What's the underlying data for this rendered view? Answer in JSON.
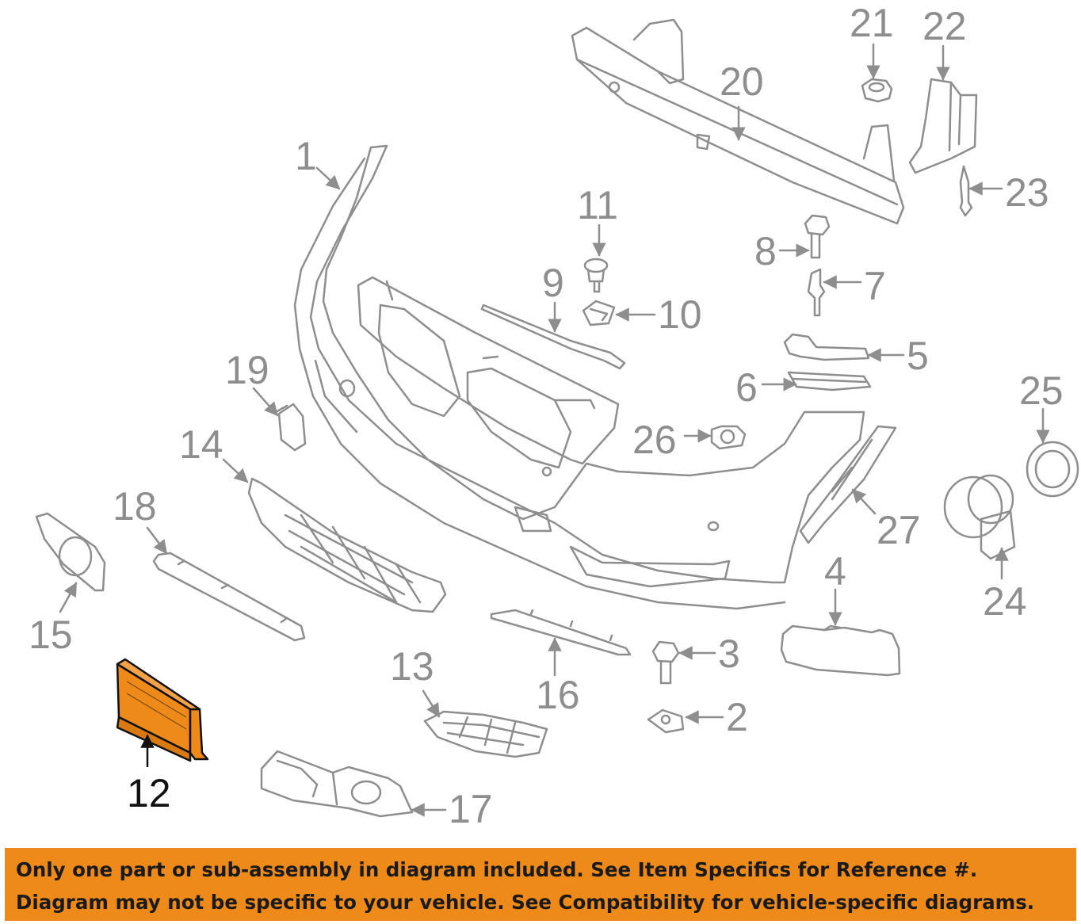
{
  "diagram": {
    "callouts": {
      "c1": "1",
      "c2": "2",
      "c3": "3",
      "c4": "4",
      "c5": "5",
      "c6": "6",
      "c7": "7",
      "c8": "8",
      "c9": "9",
      "c10": "10",
      "c11": "11",
      "c12": "12",
      "c13": "13",
      "c14": "14",
      "c15": "15",
      "c16": "16",
      "c17": "17",
      "c18": "18",
      "c19": "19",
      "c20": "20",
      "c21": "21",
      "c22": "22",
      "c23": "23",
      "c24": "24",
      "c25": "25",
      "c26": "26",
      "c27": "27"
    },
    "highlighted_part": "12",
    "colors": {
      "line": "#8e8e8e",
      "highlight": "#ee8a1a",
      "highlight_stroke": "#111111"
    }
  },
  "banner": {
    "line1": "Only one part or sub-assembly in diagram included. See Item Specifics for Reference #.",
    "line2": "Diagram may not be specific to your vehicle. See Compatibility for vehicle-specific diagrams.",
    "background": "#ee8a1a"
  }
}
